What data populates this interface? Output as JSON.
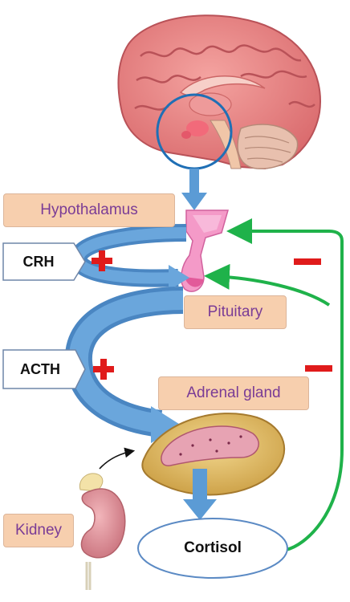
{
  "labels": {
    "hypothalamus": "Hypothalamus",
    "pituitary": "Pituitary",
    "adrenal_gland": "Adrenal gland",
    "kidney": "Kidney",
    "crh": "CRH",
    "acth": "ACTH",
    "cortisol": "Cortisol"
  },
  "colors": {
    "organ_label_fill": "#f7cfae",
    "organ_label_text": "#7a3c96",
    "blue_arrow": "#5b9bd5",
    "blue_arrow_dark": "#2f6fb0",
    "feedback_arrow": "#1fb24a",
    "stimulation_sign": "#e01b1b",
    "inhibition_sign": "#e01b1b",
    "hypothalamus_pink": "#f49ac8",
    "adrenal_gold": "#e8c46c",
    "kidney_pink": "#e79aa2",
    "brain_pink": "#e58080"
  },
  "signs": {
    "crh_effect": "stimulation-plus",
    "acth_effect": "stimulation-plus",
    "feedback_effect_hypothalamus": "inhibition-minus",
    "feedback_effect_pituitary": "inhibition-minus"
  }
}
